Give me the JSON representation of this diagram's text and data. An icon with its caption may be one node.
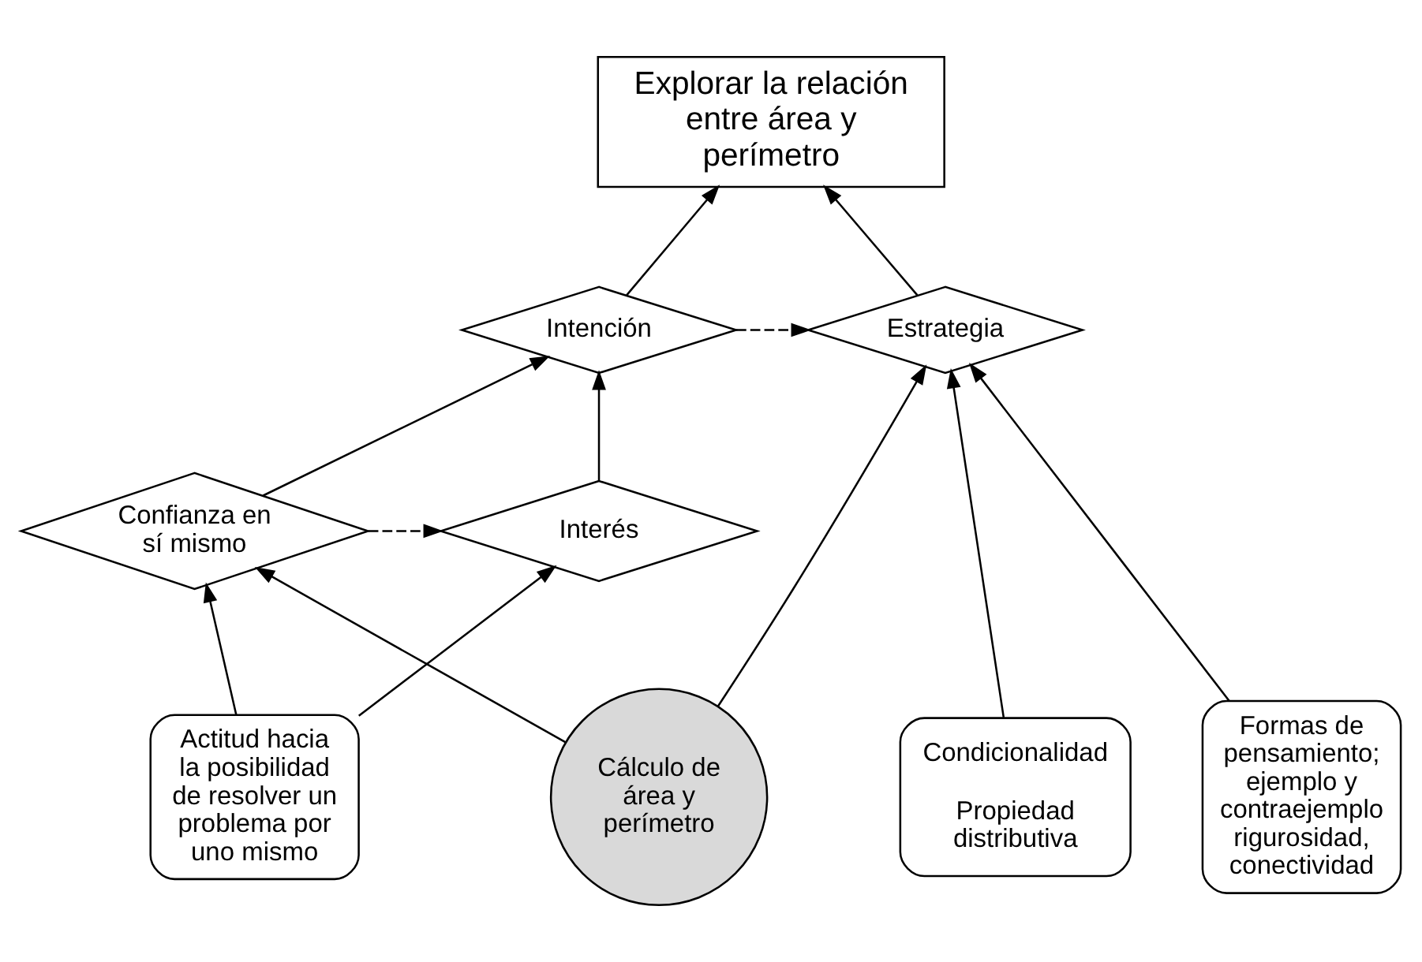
{
  "diagram": {
    "nodes": [
      {
        "text": [
          "Explorar la relación entre área y perímetro"
        ]
      },
      {
        "text": [
          "Intención"
        ]
      },
      {
        "text": [
          "Estrategia"
        ]
      },
      {
        "text": [
          "Interés"
        ]
      },
      {
        "text": [
          "Confianza en sí mismo"
        ]
      },
      {
        "text": [
          "Actitud hacia la posibilidad de resolver un problema por uno mismo"
        ]
      },
      {
        "text": [
          "Cálculo de área y perímetro"
        ]
      },
      {
        "text": [
          "Formas de pensamiento; ejemplo y contraejemplo rigurosidad, conectividad"
        ]
      },
      {
        "text": [
          "Condicionalidad",
          "Propiedad distributiva"
        ]
      }
    ],
    "edges": [
      {
        "from": 1,
        "to": 0,
        "arrow": "to"
      },
      {
        "from": 2,
        "to": 0,
        "arrow": "to"
      },
      {
        "from": 1,
        "to": 2,
        "arrow": "to",
        "style": "dashed"
      },
      {
        "from": 3,
        "to": 1,
        "arrow": "to"
      },
      {
        "from": 4,
        "to": 1,
        "arrow": "to"
      },
      {
        "from": 4,
        "to": 3,
        "arrow": "to",
        "style": "dashed"
      },
      {
        "from": 5,
        "to": 3,
        "arrow": "to"
      },
      {
        "from": 5,
        "to": 4,
        "arrow": "to"
      },
      {
        "from": 6,
        "to": 4,
        "arrow": "to"
      },
      {
        "from": 6,
        "to": 2,
        "arrow": "to"
      },
      {
        "from": 7,
        "to": 2,
        "arrow": "to"
      },
      {
        "from": 8,
        "to": 2,
        "arrow": "to"
      }
    ]
  }
}
